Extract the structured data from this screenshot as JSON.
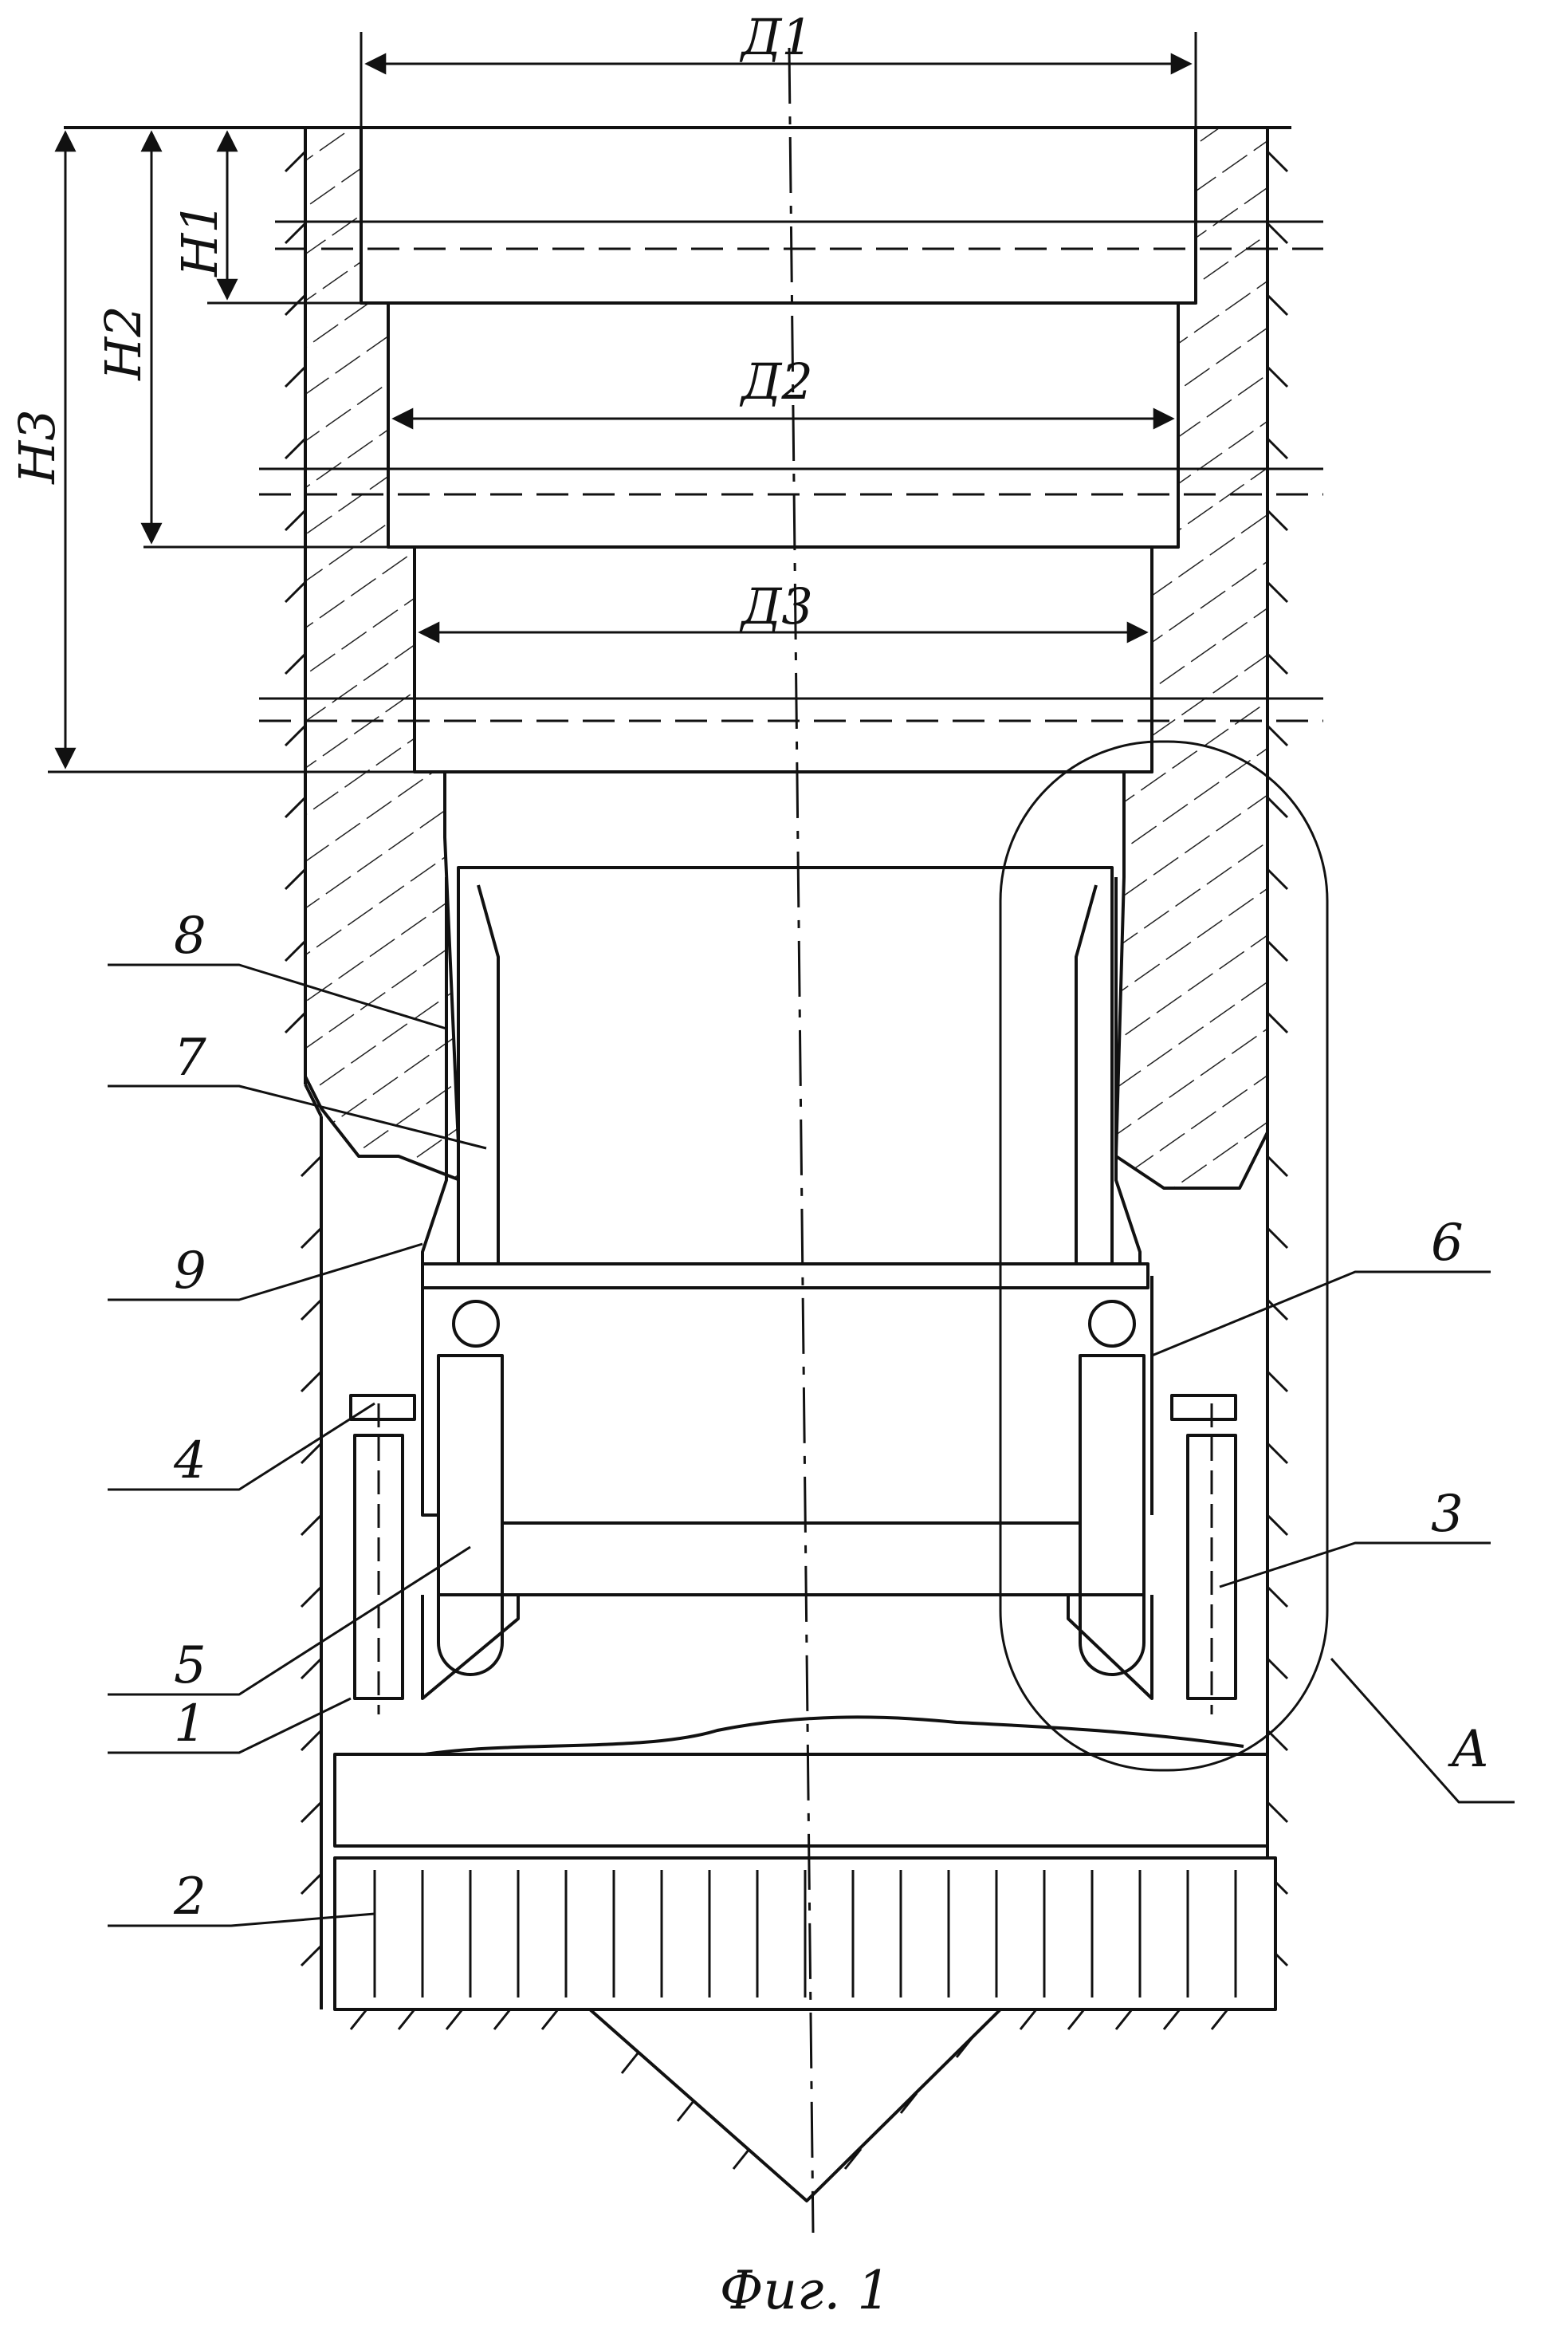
{
  "dimensions": {
    "d1": "Д1",
    "d2": "Д2",
    "d3": "Д3",
    "h1": "Н1",
    "h2": "Н2",
    "h3": "Н3"
  },
  "labels": {
    "l1": "1",
    "l2": "2",
    "l3": "3",
    "l4": "4",
    "l5": "5",
    "l6": "6",
    "l7": "7",
    "l8": "8",
    "l9": "9",
    "lA": "А"
  },
  "caption": "Фиг. 1",
  "colors": {
    "ink": "#111111",
    "paper": "#ffffff"
  }
}
